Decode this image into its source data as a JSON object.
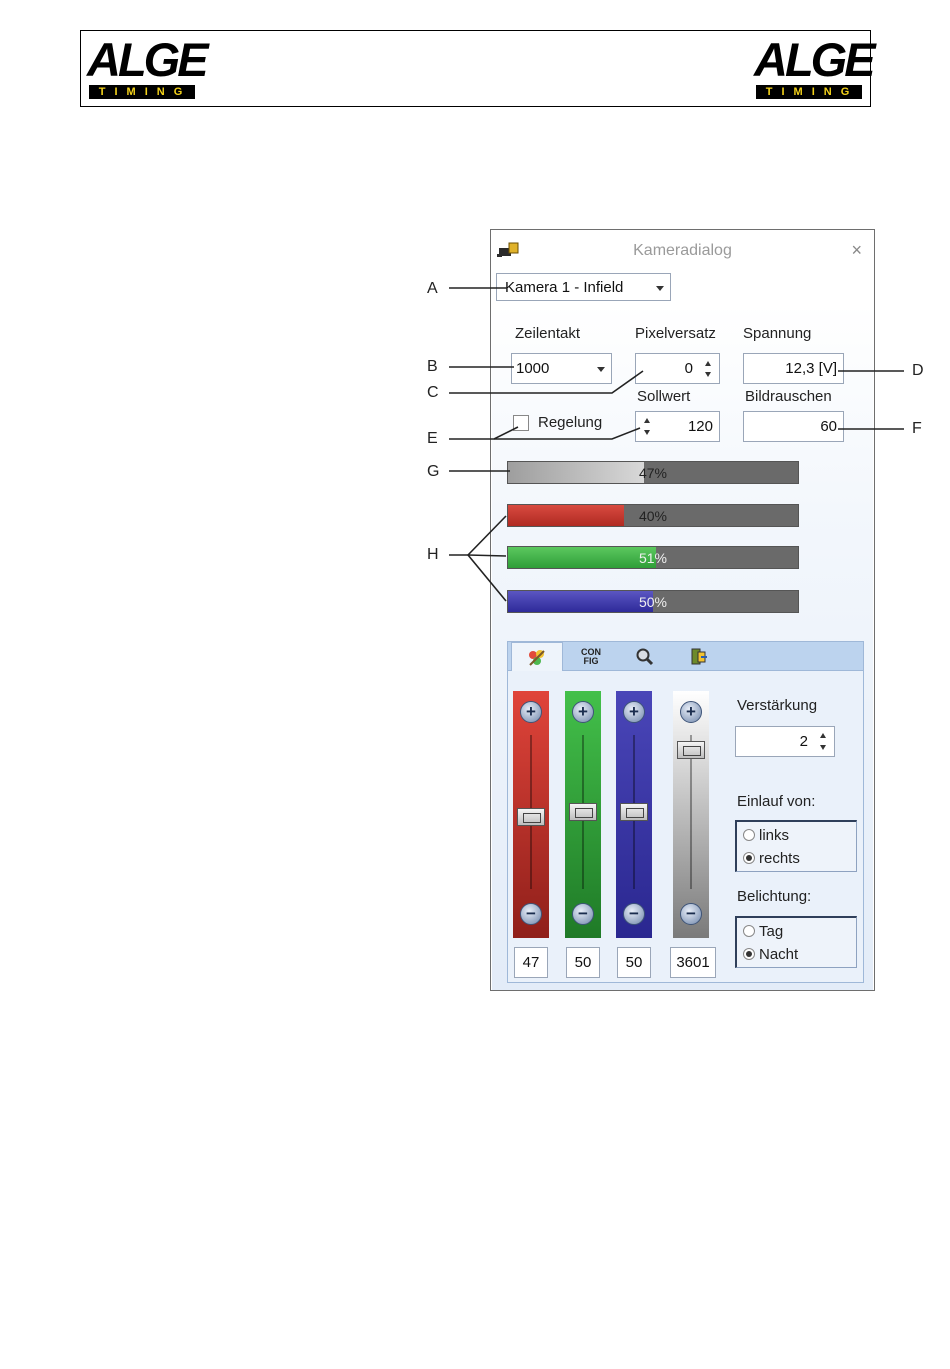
{
  "header": {
    "logo_left": {
      "word": "ALGE",
      "sub": "TIMING"
    },
    "logo_right": {
      "word": "ALGE",
      "sub": "TIMING"
    }
  },
  "callouts": [
    "A",
    "B",
    "C",
    "D",
    "E",
    "F",
    "G",
    "H"
  ],
  "dialog": {
    "title": "Kameradialog",
    "close_glyph": "×",
    "camera_select": "Kamera 1 - Infield",
    "labels": {
      "zeilentakt": "Zeilentakt",
      "pixelversatz": "Pixelversatz",
      "spannung": "Spannung",
      "sollwert": "Sollwert",
      "bildrauschen": "Bildrauschen",
      "regelung": "Regelung"
    },
    "values": {
      "zeilentakt": "1000",
      "pixelversatz": "0",
      "spannung": "12,3 [V]",
      "sollwert": "120",
      "bildrauschen": "60",
      "regelung_checked": false
    },
    "bars": [
      {
        "color": "gray",
        "percent": 47,
        "label": "47%"
      },
      {
        "color": "red",
        "percent": 40,
        "label": "40%"
      },
      {
        "color": "green",
        "percent": 51,
        "label": "51%"
      },
      {
        "color": "blue",
        "percent": 50,
        "label": "50%"
      }
    ],
    "tabs": [
      {
        "icon": "palette-icon",
        "text": ""
      },
      {
        "icon": "config-icon",
        "text": "CON FIG"
      },
      {
        "icon": "magnifier-icon",
        "text": ""
      },
      {
        "icon": "export-icon",
        "text": ""
      }
    ],
    "sliders": [
      {
        "color": "red",
        "value": "47",
        "level": 0.47
      },
      {
        "color": "green",
        "value": "50",
        "level": 0.5
      },
      {
        "color": "blue",
        "value": "50",
        "level": 0.5
      },
      {
        "color": "gray",
        "value": "3601",
        "level": 0.9
      }
    ],
    "verstaerkung_label": "Verstärkung",
    "verstaerkung_value": "2",
    "einlauf_label": "Einlauf von:",
    "einlauf_options": [
      {
        "label": "links",
        "selected": false
      },
      {
        "label": "rechts",
        "selected": true
      }
    ],
    "belichtung_label": "Belichtung:",
    "belichtung_options": [
      {
        "label": "Tag",
        "selected": false
      },
      {
        "label": "Nacht",
        "selected": true
      }
    ],
    "colors": {
      "red": "#c0342c",
      "green": "#3aa843",
      "blue": "#3a36a8",
      "gray": "#9e9e9e",
      "logo_yellow": "#f4d21a"
    }
  }
}
